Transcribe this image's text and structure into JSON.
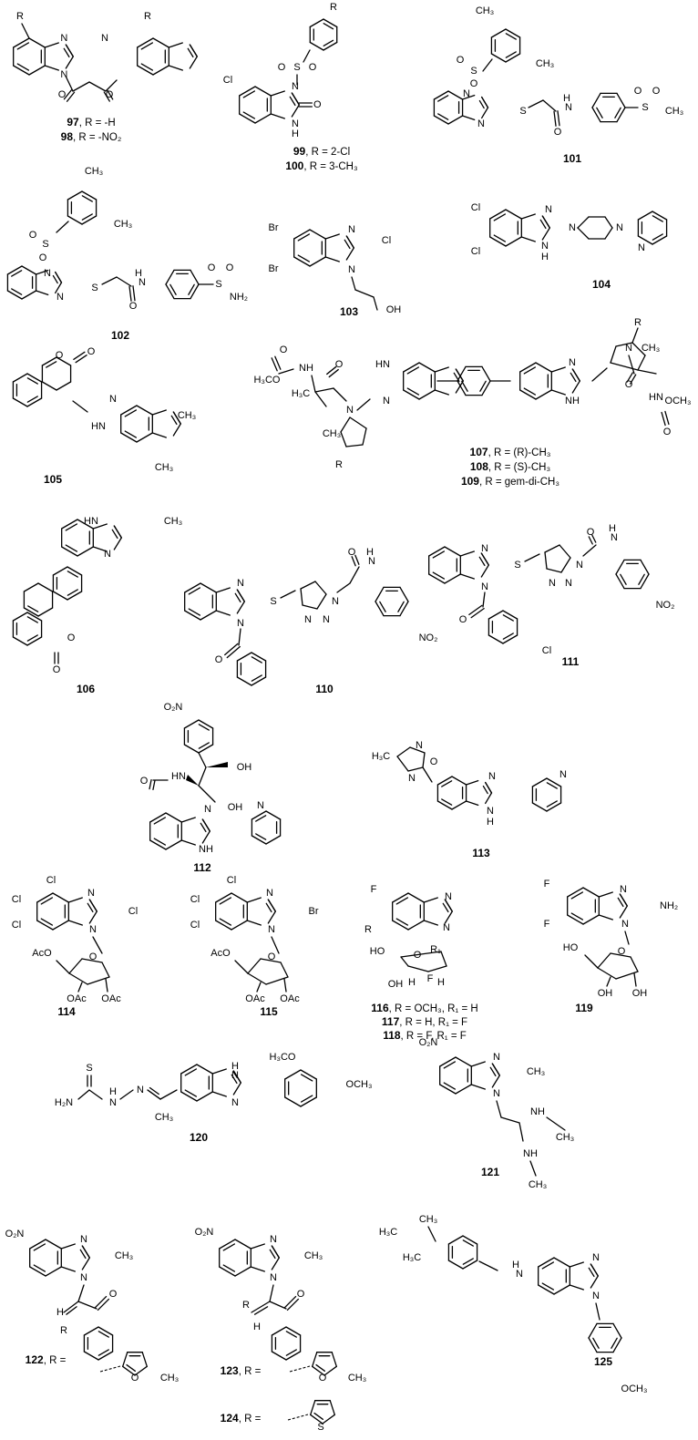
{
  "figure": {
    "compounds": [
      {
        "id": "97",
        "captions": [
          {
            "num": "97",
            "text": ", R = -H"
          },
          {
            "num": "98",
            "text": ", R = -NO₂"
          }
        ]
      },
      {
        "id": "99",
        "captions": [
          {
            "num": "99",
            "text": ", R = 2-Cl"
          },
          {
            "num": "100",
            "text": ", R = 3-CH₃"
          }
        ]
      },
      {
        "id": "101",
        "captions": [
          {
            "num": "101",
            "text": ""
          }
        ]
      },
      {
        "id": "102",
        "captions": [
          {
            "num": "102",
            "text": ""
          }
        ]
      },
      {
        "id": "103",
        "captions": [
          {
            "num": "103",
            "text": ""
          }
        ]
      },
      {
        "id": "104",
        "captions": [
          {
            "num": "104",
            "text": ""
          }
        ]
      },
      {
        "id": "105",
        "captions": [
          {
            "num": "105",
            "text": ""
          }
        ]
      },
      {
        "id": "107",
        "captions": [
          {
            "num": "107",
            "text": ", R = (R)-CH₃"
          },
          {
            "num": "108",
            "text": ", R = (S)-CH₃"
          },
          {
            "num": "109",
            "text": ", R = gem-di-CH₃"
          }
        ]
      },
      {
        "id": "106",
        "captions": [
          {
            "num": "106",
            "text": ""
          }
        ]
      },
      {
        "id": "110",
        "captions": [
          {
            "num": "110",
            "text": ""
          }
        ]
      },
      {
        "id": "111",
        "captions": [
          {
            "num": "111",
            "text": ""
          }
        ]
      },
      {
        "id": "112",
        "captions": [
          {
            "num": "112",
            "text": ""
          }
        ]
      },
      {
        "id": "113",
        "captions": [
          {
            "num": "113",
            "text": ""
          }
        ]
      },
      {
        "id": "114",
        "captions": [
          {
            "num": "114",
            "text": ""
          }
        ]
      },
      {
        "id": "115",
        "captions": [
          {
            "num": "115",
            "text": ""
          }
        ]
      },
      {
        "id": "116",
        "captions": [
          {
            "num": "116",
            "text": ", R = OCH₃, R₁ = H"
          },
          {
            "num": "117",
            "text": ", R = H, R₁ = F"
          },
          {
            "num": "118",
            "text": ", R = F, R₁ = F"
          }
        ]
      },
      {
        "id": "119",
        "captions": [
          {
            "num": "119",
            "text": ""
          }
        ]
      },
      {
        "id": "120",
        "captions": [
          {
            "num": "120",
            "text": ""
          }
        ]
      },
      {
        "id": "121",
        "captions": [
          {
            "num": "121",
            "text": ""
          }
        ]
      },
      {
        "id": "122",
        "captions": [
          {
            "num": "122",
            "text": ", R ="
          }
        ]
      },
      {
        "id": "123",
        "captions": [
          {
            "num": "123",
            "text": ", R ="
          },
          {
            "num": "124",
            "text": ", R ="
          }
        ]
      },
      {
        "id": "125",
        "captions": [
          {
            "num": "125",
            "text": ""
          }
        ]
      }
    ],
    "atom_labels": {
      "R": "R",
      "N": "N",
      "NH": "NH",
      "HN": "HN",
      "H": "H",
      "O": "O",
      "S": "S",
      "Cl": "Cl",
      "Br": "Br",
      "F": "F",
      "OH": "OH",
      "CH3": "CH₃",
      "H3C": "H₃C",
      "NH2": "NH₂",
      "H2N": "H₂N",
      "NO2": "NO₂",
      "O2N": "O₂N",
      "OCH3": "OCH₃",
      "H3CO": "H₃CO",
      "OAc": "OAc",
      "AcO": "AcO",
      "R1": "R₁",
      "SO2CH3": "S",
      "H3CO2": "H₃C"
    }
  }
}
